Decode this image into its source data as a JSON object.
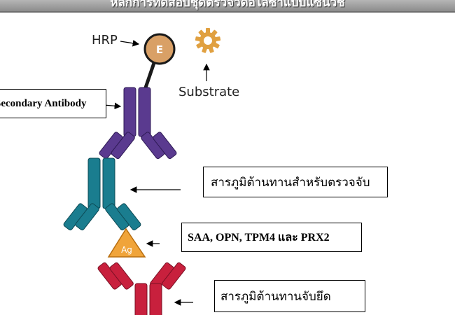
{
  "header": {
    "title": "หลักการทดสอบชุดตรวจวัดอีไลซ่าแบบแซนวิช"
  },
  "labels": {
    "hrp": "HRP",
    "enzyme": "E",
    "substrate": "Substrate",
    "antigen": "Ag"
  },
  "boxes": {
    "secondary_antibody": "Secondary Antibody",
    "detection_antibody": "สารภูมิต้านทานสำหรับตรวจจับ",
    "antigen_list": "SAA, OPN, TPM4 และ PRX2",
    "capture_antibody": "สารภูมิต้านทานจับยึด"
  },
  "colors": {
    "secondary_antibody": "#5a3a8f",
    "detection_antibody": "#1a7d8f",
    "capture_antibody": "#c8203d",
    "antigen": "#f0a43a",
    "enzyme": "#d9a066",
    "substrate": "#e0a040",
    "header_bg": "#9a9a9a"
  }
}
